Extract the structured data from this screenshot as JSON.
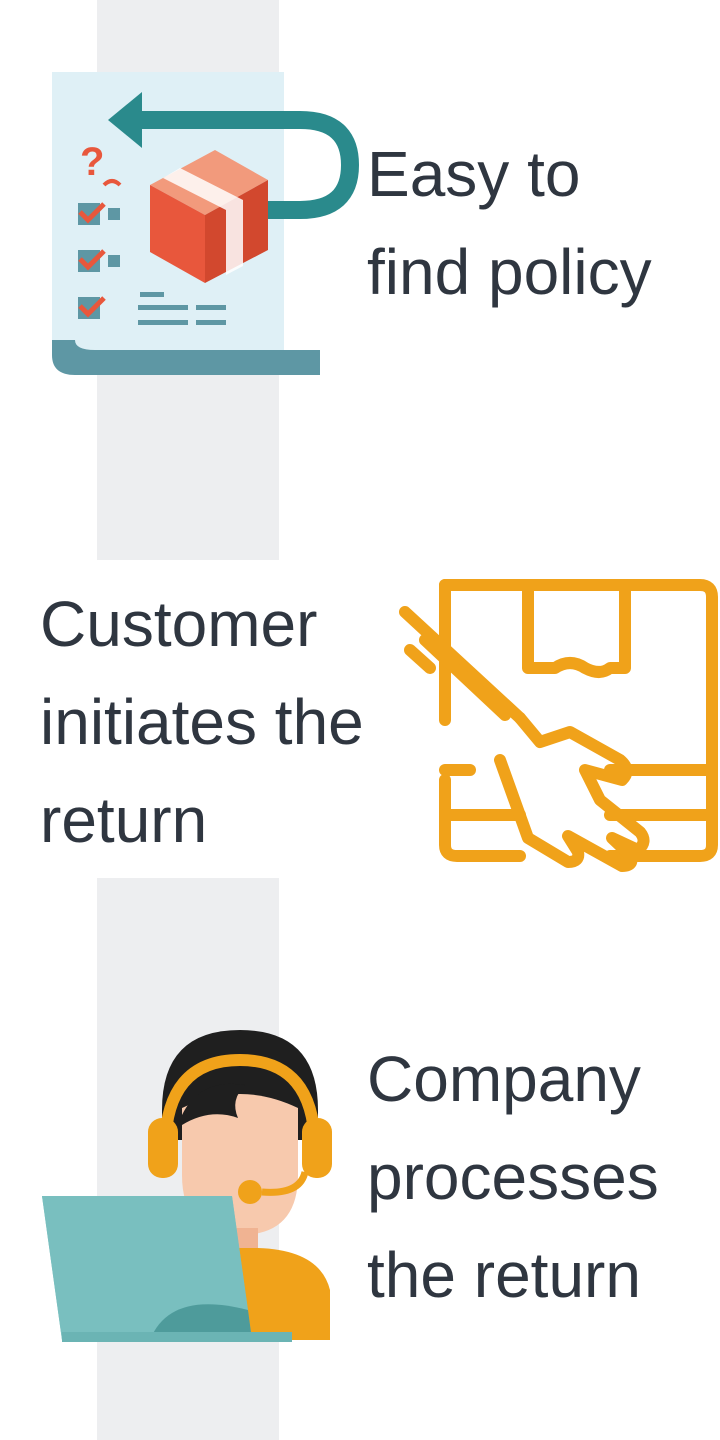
{
  "steps": [
    {
      "lines": [
        "Easy to",
        "find policy"
      ],
      "icon": "policy-document-icon"
    },
    {
      "lines": [
        "Customer",
        "initiates the",
        "return"
      ],
      "icon": "hand-package-icon"
    },
    {
      "lines": [
        "Company",
        "processes",
        "the return"
      ],
      "icon": "support-agent-icon"
    }
  ],
  "colors": {
    "text": "#2f3640",
    "band": "#edeef0",
    "teal": "#2a8a8c",
    "orange": "#f0a21a",
    "box_red": "#e8573c",
    "paper": "#dff0f6",
    "skin": "#f7c9ad"
  }
}
